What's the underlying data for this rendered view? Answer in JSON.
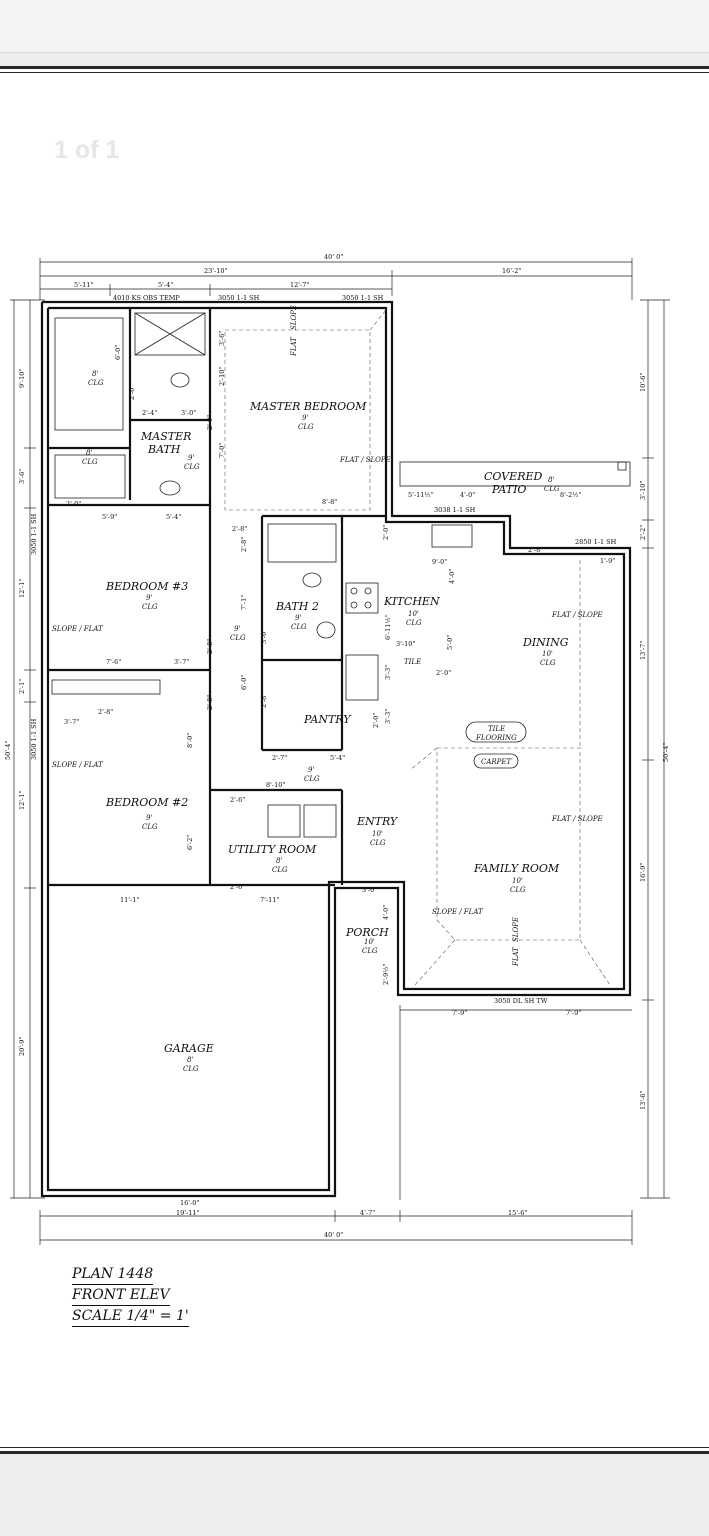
{
  "viewer": {
    "page_indicator": "1 of 1"
  },
  "title_block": {
    "plan": "PLAN 1448",
    "elevation": "FRONT ELEV",
    "scale": "SCALE 1/4\" = 1'"
  },
  "rooms": {
    "master_bedroom": {
      "name": "MASTER BEDROOM",
      "ceiling": "9'",
      "clg": "CLG"
    },
    "master_bath": {
      "name1": "MASTER",
      "name2": "BATH",
      "ceiling": "9'",
      "clg": "CLG"
    },
    "closet_master": {
      "ceiling": "8'",
      "clg": "CLG"
    },
    "closet_2": {
      "ceiling": "8'",
      "clg": "CLG"
    },
    "covered_patio": {
      "name1": "COVERED",
      "name2": "PATIO",
      "ceiling": "8'",
      "clg": "CLG"
    },
    "bedroom3": {
      "name": "BEDROOM #3",
      "ceiling": "9'",
      "clg": "CLG"
    },
    "bath2": {
      "name": "BATH 2",
      "ceiling": "9'",
      "clg": "CLG"
    },
    "kitchen": {
      "name": "KITCHEN",
      "ceiling": "10'",
      "clg": "CLG"
    },
    "dining": {
      "name": "DINING",
      "ceiling": "10'",
      "clg": "CLG"
    },
    "pantry": {
      "name": "PANTRY"
    },
    "hall": {
      "ceiling": "9'",
      "clg": "CLG"
    },
    "hall2": {
      "ceiling": "9'",
      "clg": "CLG"
    },
    "bedroom2": {
      "name": "BEDROOM #2",
      "ceiling": "9'",
      "clg": "CLG"
    },
    "utility": {
      "name": "UTILITY ROOM",
      "ceiling": "8'",
      "clg": "CLG"
    },
    "entry": {
      "name": "ENTRY",
      "ceiling": "10'",
      "clg": "CLG"
    },
    "family": {
      "name": "FAMILY ROOM",
      "ceiling": "10'",
      "clg": "CLG"
    },
    "porch": {
      "name": "PORCH",
      "ceiling": "10'",
      "clg": "CLG"
    },
    "garage": {
      "name": "GARAGE",
      "ceiling": "8'",
      "clg": "CLG"
    }
  },
  "notes": {
    "tile": "TILE",
    "tile_flooring1": "TILE",
    "tile_flooring2": "FLOORING",
    "carpet": "CARPET",
    "flat_slope": "FLAT / SLOPE",
    "slope_flat": "SLOPE / FLAT",
    "flat": "FLAT",
    "slope": "SLOPE"
  },
  "windows": {
    "w1": "4010 KS OBS TEMP",
    "w2": "3050 1-1 SH",
    "w3": "3050 1-1 SH",
    "w4": "3038 1-1 SH",
    "w5": "2850 1-1 SH",
    "w6": "3050 DL SH TW",
    "w7": "3050 1-1 SH",
    "w8": "3050 1-1 SH"
  },
  "dimensions": {
    "overall_top": "40' 0\"",
    "top_left": "23'-10\"",
    "top_right": "16'-2\"",
    "top_a": "5'-11\"",
    "top_b": "5'-4\"",
    "top_c": "12'-7\"",
    "bottom_overall": "40' 0\"",
    "bottom_a": "19'-11\"",
    "bottom_a2": "16'-0\"",
    "bottom_b": "4'-7\"",
    "bottom_c": "15'-6\"",
    "left_a": "9'-10\"",
    "left_b": "3'-6\"",
    "left_c": "12'-1\"",
    "left_d": "2'-1\"",
    "left_e": "12'-1\"",
    "left_f": "20'-9\"",
    "left_overall": "50'-4\"",
    "right_a": "10'-6\"",
    "right_b": "3'-10\"",
    "right_c": "2'-2\"",
    "right_d": "13'-7\"",
    "right_e": "16'-9\"",
    "right_f": "13'-6\"",
    "right_overall": "50'-4\"",
    "mb_a": "6'-0\"",
    "mb_b": "3'-6\"",
    "mb_c": "2'-10\"",
    "mb_d": "7'-0\"",
    "mb_e": "2'-0\"",
    "mb_f": "2'-4\"",
    "mb_g": "3'-0\"",
    "mb_h": "2'-0\"",
    "mb_i": "8'-8\"",
    "patio_a": "5'-11½\"",
    "patio_b": "4'-0\"",
    "patio_c": "8'-2½\"",
    "b3_a": "5'-9\"",
    "b3_b": "5'-4\"",
    "b3_c": "2'-0\"",
    "b3_d": "7'-6\"",
    "b3_e": "3'-7\"",
    "b3_f": "2'-8\"",
    "k_a": "9'-0\"",
    "k_b": "4'-0\"",
    "k_c": "1'-9\"",
    "k_d": "2'-8\"",
    "k_e": "6'-11½\"",
    "k_f": "3'-10\"",
    "k_g": "5'-0\"",
    "k_h": "2'-0\"",
    "k_i": "2'-0\"",
    "bath2_a": "2'-8\"",
    "bath2_b": "7'-1\"",
    "bath2_c": "3'-0\"",
    "bath2_d": "2'-8\"",
    "bath2_e": "2'-8\"",
    "bath2_f": "6'-0\"",
    "p_a": "2'-7\"",
    "p_b": "5'-4\"",
    "p_c": "3'-3\"",
    "p_d": "2'-0\"",
    "p_e": "3'-3\"",
    "b2_a": "3'-7\"",
    "b2_b": "2'-8\"",
    "b2_c": "8'-0\"",
    "b2_d": "6'-2\"",
    "b2_e": "2'-8\"",
    "u_a": "8'-10\"",
    "u_b": "2'-6\"",
    "u_c": "2'-6\"",
    "u_d": "7'-11\"",
    "g_a": "11'-1\"",
    "e_a": "3'-0\"",
    "e_b": "4'-0\"",
    "e_c": "2'-9½\"",
    "f_a": "7'-9\"",
    "f_b": "7'-9\""
  }
}
